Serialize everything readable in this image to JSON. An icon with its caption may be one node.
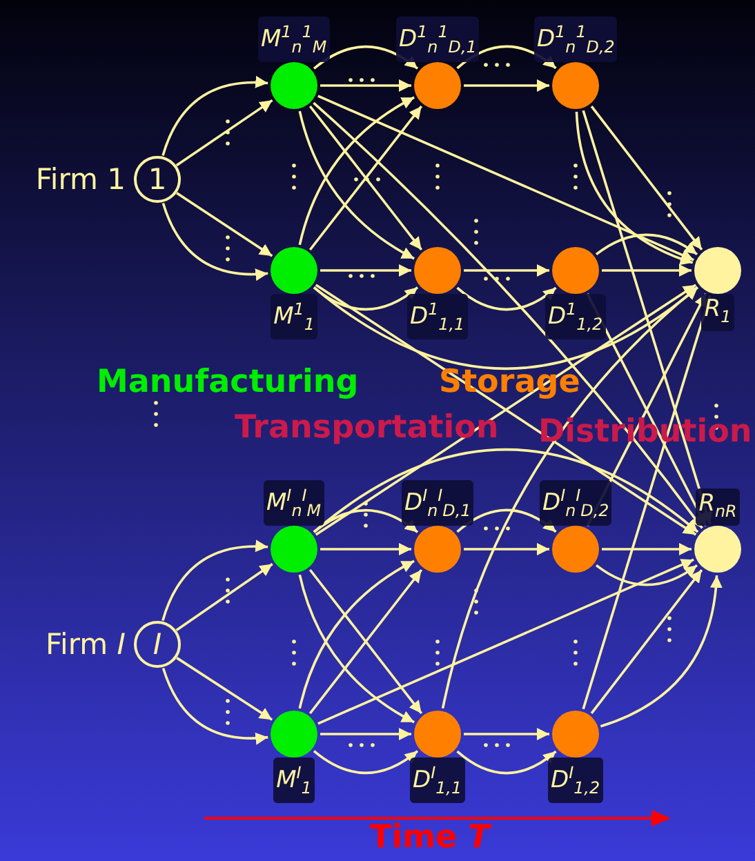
{
  "diagram": {
    "nodes": [
      {
        "text": [
          "1"
        ],
        "beside": [
          "Firm 1"
        ]
      },
      {
        "text": [
          "M$^{1}$$_{n}$$^{1}$$_{M}$"
        ]
      },
      {
        "text": [
          "D$^{1}$$_{n}$$^{1}$$_{D,1}$"
        ]
      },
      {
        "text": [
          "D$^{1}$$_{n}$$^{1}$$_{D,2}$"
        ]
      },
      {
        "text": [
          "M$^{1}$$_{1}$"
        ]
      },
      {
        "text": [
          "D$^{1}$$_{1,1}$"
        ]
      },
      {
        "text": [
          "D$^{1}$$_{1,2}$"
        ]
      },
      {
        "text": [
          "R$_{1}$"
        ]
      },
      {
        "text": [
          "I"
        ],
        "beside": [
          "Firm *I*"
        ]
      },
      {
        "text": [
          "M$^{I}$$_{n}$$^{I}$$_{M}$"
        ]
      },
      {
        "text": [
          "D$^{I}$$_{n}$$^{I}$$_{D,1}$"
        ]
      },
      {
        "text": [
          "D$^{I}$$_{n}$$^{I}$$_{D,2}$"
        ]
      },
      {
        "text": [
          "R$_{n}$$_{R}$"
        ]
      },
      {
        "text": [
          "M$^{I}$$_{1}$"
        ]
      },
      {
        "text": [
          "D$^{I}$$_{1,1}$"
        ]
      },
      {
        "text": [
          "D$^{I}$$_{1,2}$"
        ]
      }
    ],
    "edges": [
      {
        "from": 0,
        "to": 1,
        "arrow": "to"
      },
      {
        "from": 0,
        "to": 1,
        "arrow": "to"
      },
      {
        "from": 0,
        "to": 4,
        "arrow": "to"
      },
      {
        "from": 0,
        "to": 4,
        "arrow": "to"
      },
      {
        "from": 1,
        "to": 2,
        "arrow": "to"
      },
      {
        "from": 1,
        "to": 2,
        "arrow": "to"
      },
      {
        "from": 1,
        "to": 5,
        "arrow": "to"
      },
      {
        "from": 1,
        "to": 5,
        "arrow": "to"
      },
      {
        "from": 1,
        "to": 7,
        "arrow": "to"
      },
      {
        "from": 4,
        "to": 2,
        "arrow": "to"
      },
      {
        "from": 4,
        "to": 2,
        "arrow": "to"
      },
      {
        "from": 4,
        "to": 5,
        "arrow": "to"
      },
      {
        "from": 4,
        "to": 5,
        "arrow": "to"
      },
      {
        "from": 4,
        "to": 7,
        "arrow": "to"
      },
      {
        "from": 2,
        "to": 3,
        "arrow": "to"
      },
      {
        "from": 2,
        "to": 3,
        "arrow": "to"
      },
      {
        "from": 5,
        "to": 6,
        "arrow": "to"
      },
      {
        "from": 5,
        "to": 6,
        "arrow": "to"
      },
      {
        "from": 3,
        "to": 7,
        "arrow": "to"
      },
      {
        "from": 3,
        "to": 7,
        "arrow": "to"
      },
      {
        "from": 6,
        "to": 7,
        "arrow": "to"
      },
      {
        "from": 6,
        "to": 7,
        "arrow": "to"
      },
      {
        "from": 1,
        "to": 12,
        "arrow": "to"
      },
      {
        "from": 4,
        "to": 12,
        "arrow": "to"
      },
      {
        "from": 3,
        "to": 12,
        "arrow": "to"
      },
      {
        "from": 6,
        "to": 12,
        "arrow": "to"
      },
      {
        "from": 8,
        "to": 9,
        "arrow": "to"
      },
      {
        "from": 8,
        "to": 9,
        "arrow": "to"
      },
      {
        "from": 8,
        "to": 13,
        "arrow": "to"
      },
      {
        "from": 8,
        "to": 13,
        "arrow": "to"
      },
      {
        "from": 9,
        "to": 10,
        "arrow": "to"
      },
      {
        "from": 9,
        "to": 10,
        "arrow": "to"
      },
      {
        "from": 9,
        "to": 14,
        "arrow": "to"
      },
      {
        "from": 9,
        "to": 14,
        "arrow": "to"
      },
      {
        "from": 9,
        "to": 12,
        "arrow": "to"
      },
      {
        "from": 13,
        "to": 10,
        "arrow": "to"
      },
      {
        "from": 13,
        "to": 10,
        "arrow": "to"
      },
      {
        "from": 13,
        "to": 14,
        "arrow": "to"
      },
      {
        "from": 13,
        "to": 14,
        "arrow": "to"
      },
      {
        "from": 13,
        "to": 12,
        "arrow": "to"
      },
      {
        "from": 10,
        "to": 11,
        "arrow": "to"
      },
      {
        "from": 10,
        "to": 11,
        "arrow": "to"
      },
      {
        "from": 14,
        "to": 15,
        "arrow": "to"
      },
      {
        "from": 14,
        "to": 15,
        "arrow": "to"
      },
      {
        "from": 11,
        "to": 12,
        "arrow": "to"
      },
      {
        "from": 11,
        "to": 12,
        "arrow": "to"
      },
      {
        "from": 15,
        "to": 12,
        "arrow": "to"
      },
      {
        "from": 15,
        "to": 12,
        "arrow": "to"
      },
      {
        "from": 9,
        "to": 7,
        "arrow": "to"
      },
      {
        "from": 11,
        "to": 7,
        "arrow": "to"
      },
      {
        "from": 15,
        "to": 7,
        "arrow": "to"
      },
      {
        "from": 14,
        "to": 7,
        "arrow": "to"
      }
    ],
    "labels": [
      "Manufacturing",
      "Storage",
      "Transportation",
      "Distribution",
      "Time *T*"
    ]
  }
}
